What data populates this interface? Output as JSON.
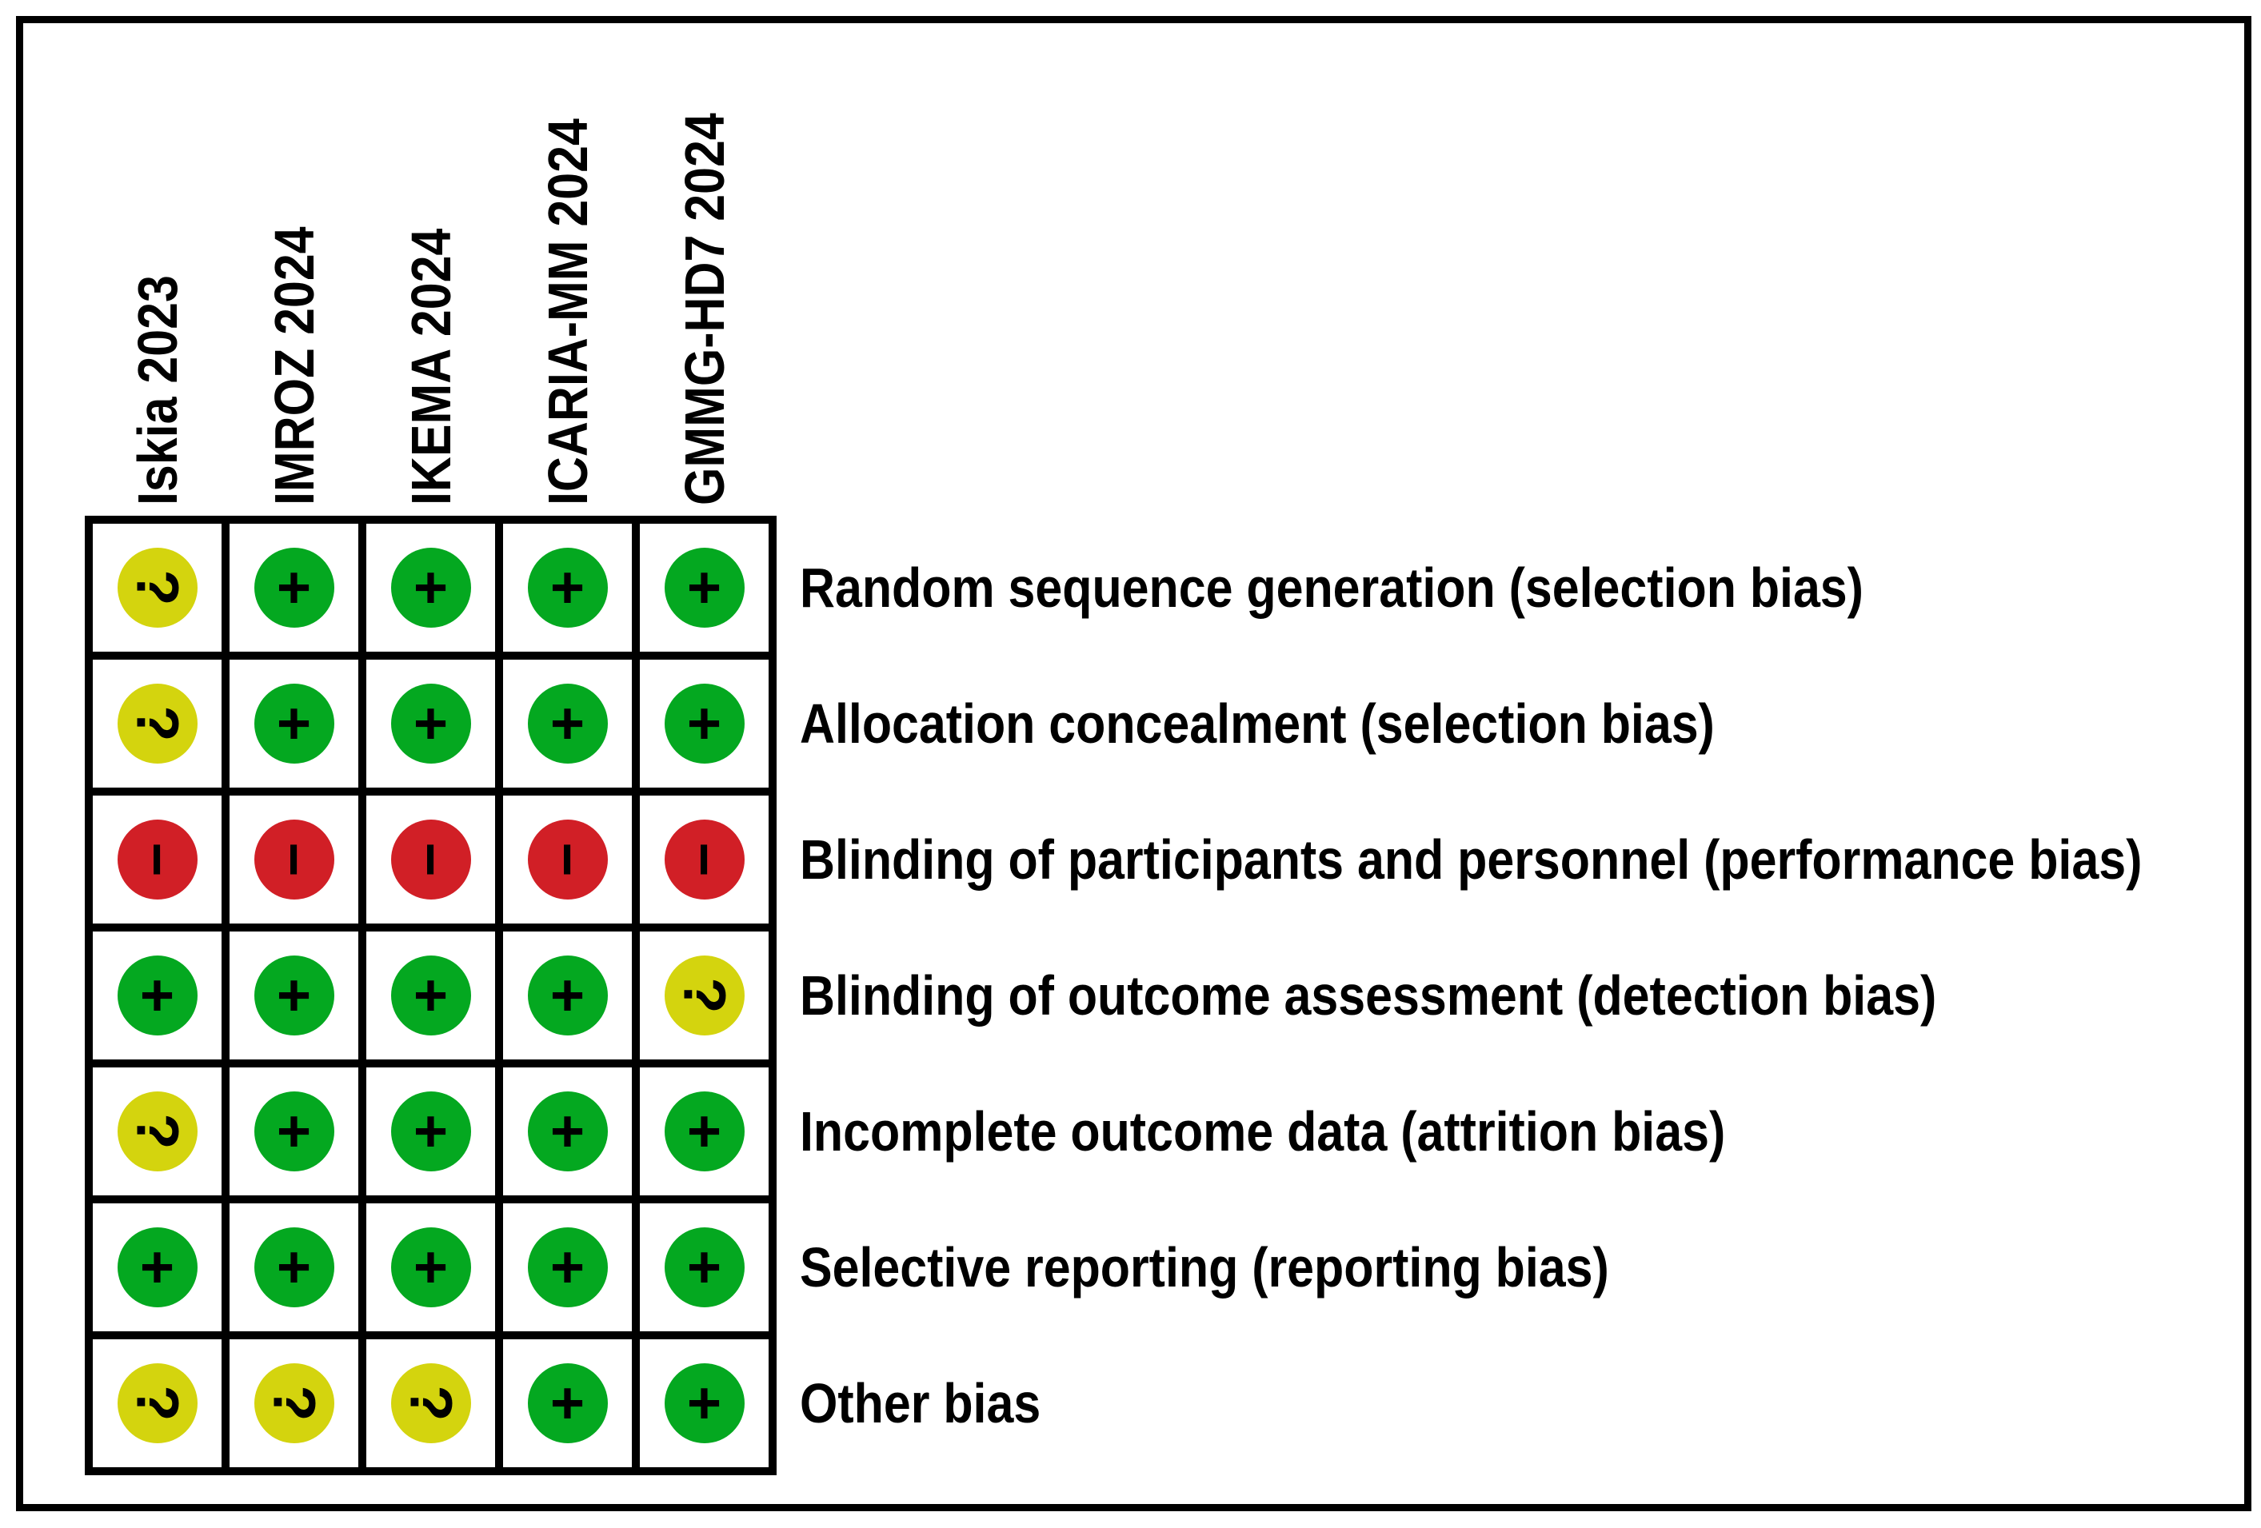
{
  "figure": {
    "kind": "risk-of-bias-summary",
    "background": "#ffffff",
    "border_color": "#000000"
  },
  "chart_data": {
    "type": "heatmap",
    "title": "",
    "columns": [
      "Iskia 2023",
      "IMROZ 2024",
      "IKEMA 2024",
      "ICARIA-MM 2024",
      "GMMG-HD7 2024"
    ],
    "rows": [
      {
        "label": "Random sequence generation (selection bias)",
        "judgements": [
          "unclear",
          "low",
          "low",
          "low",
          "low"
        ]
      },
      {
        "label": "Allocation concealment (selection bias)",
        "judgements": [
          "unclear",
          "low",
          "low",
          "low",
          "low"
        ]
      },
      {
        "label": "Blinding of participants and personnel (performance bias)",
        "judgements": [
          "high",
          "high",
          "high",
          "high",
          "high"
        ]
      },
      {
        "label": "Blinding of outcome assessment (detection bias)",
        "judgements": [
          "low",
          "low",
          "low",
          "low",
          "unclear"
        ]
      },
      {
        "label": "Incomplete outcome data (attrition bias)",
        "judgements": [
          "unclear",
          "low",
          "low",
          "low",
          "low"
        ]
      },
      {
        "label": "Selective reporting (reporting bias)",
        "judgements": [
          "low",
          "low",
          "low",
          "low",
          "low"
        ]
      },
      {
        "label": "Other bias",
        "judgements": [
          "unclear",
          "unclear",
          "unclear",
          "low",
          "low"
        ]
      }
    ],
    "symbols": {
      "low": "+",
      "unclear": "?",
      "high": "−"
    },
    "colors": {
      "low": "#04a820",
      "unclear": "#d4d40e",
      "high": "#d11f26"
    },
    "grid_on": true,
    "legend_position": "none",
    "xlabel": "",
    "ylabel": ""
  }
}
